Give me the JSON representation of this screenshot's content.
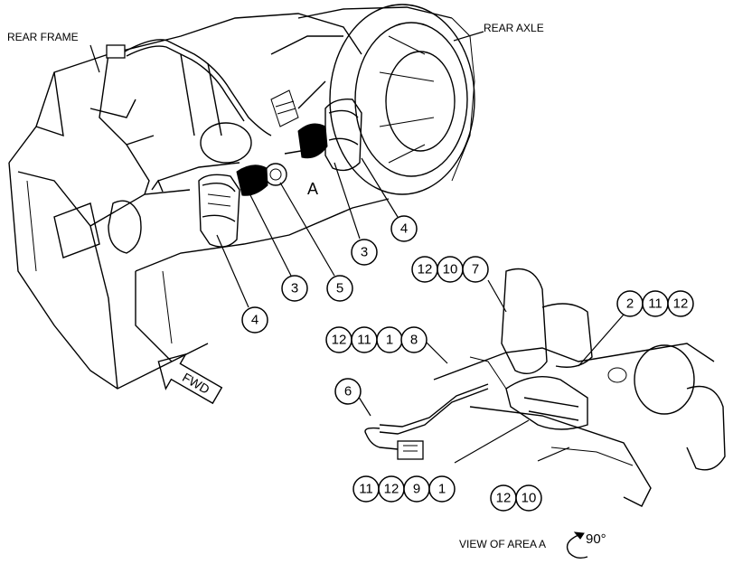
{
  "labels": {
    "rear_frame": "REAR FRAME",
    "rear_axle": "REAR AXLE",
    "area_a": "A",
    "fwd": "FWD",
    "view_of_area": "VIEW OF AREA A",
    "rotation": "90°"
  },
  "callouts": {
    "left_4a": [
      "4"
    ],
    "right_4": [
      "4"
    ],
    "upper_3": [
      "3"
    ],
    "lower_3": [
      "3"
    ],
    "part_5": [
      "5"
    ],
    "part_6": [
      "6"
    ],
    "group_12_10_7": [
      "12",
      "10",
      "7"
    ],
    "group_2_11_12": [
      "2",
      "11",
      "12"
    ],
    "group_12_11_1_8": [
      "12",
      "11",
      "1",
      "8"
    ],
    "group_11_12_9_1": [
      "11",
      "12",
      "9",
      "1"
    ],
    "group_12_10": [
      "12",
      "10"
    ]
  }
}
